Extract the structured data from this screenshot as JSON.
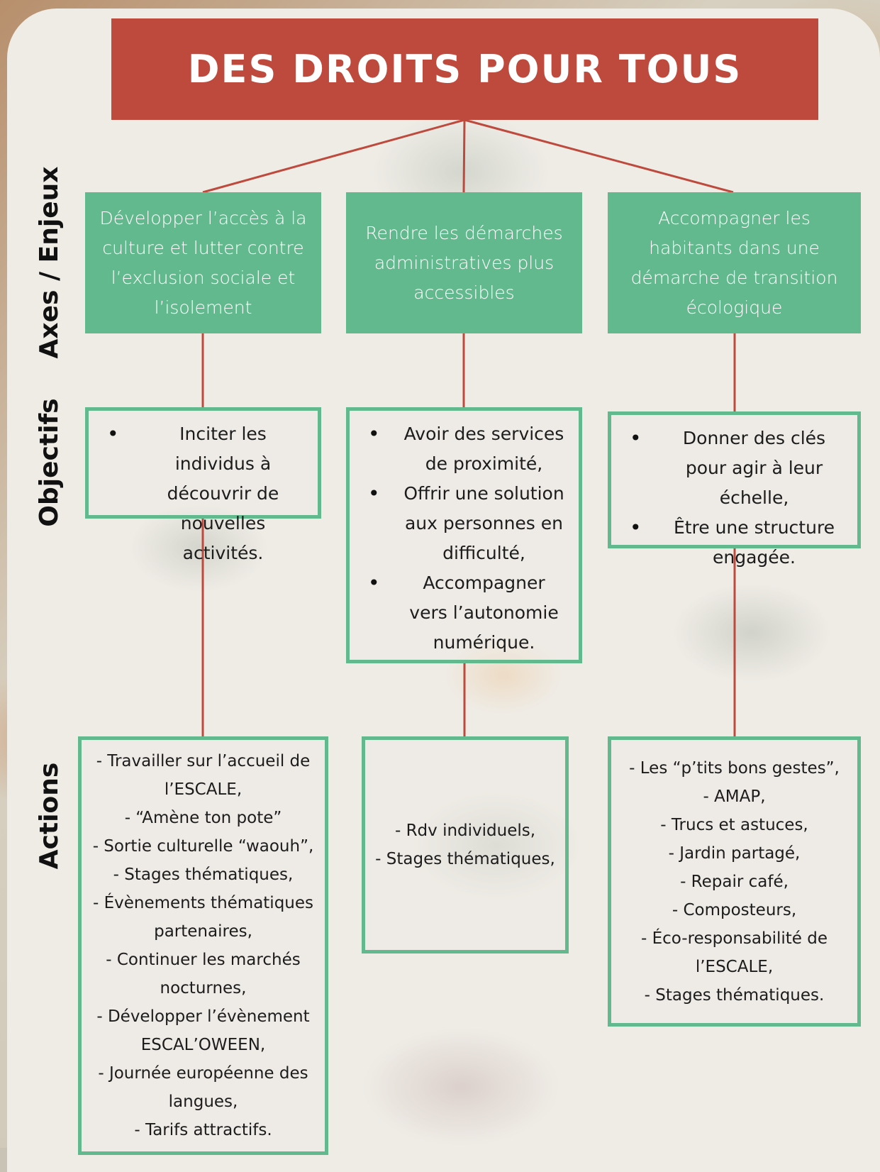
{
  "title": "DES DROITS POUR TOUS",
  "row_labels": {
    "axes": "Axes / Enjeux",
    "objectifs": "Objectifs",
    "actions": "Actions"
  },
  "colors": {
    "title_bg": "#bd4a3c",
    "axe_bg": "#62b98d",
    "connector": "#bd4a3c"
  },
  "columns": [
    {
      "axe": "Développer l’accès à la culture et lutter contre l’exclusion sociale et l’isolement",
      "objectifs": [
        "Inciter les individus à découvrir de nouvelles activités."
      ],
      "actions": [
        "- Travailler sur l’accueil de l’ESCALE,",
        "- “Amène ton pote”",
        "- Sortie culturelle “waouh”,",
        "- Stages thématiques,",
        "- Évènements thématiques partenaires,",
        "- Continuer les marchés nocturnes,",
        "- Développer l’évènement ESCAL’OWEEN,",
        "- Journée européenne des langues,",
        "- Tarifs attractifs."
      ]
    },
    {
      "axe": "Rendre les démarches administratives plus accessibles",
      "objectifs": [
        "Avoir des services de proximité,",
        "Offrir une solution aux personnes en difficulté,",
        "Accompagner vers l’autonomie numérique."
      ],
      "actions": [
        "- Rdv individuels,",
        "- Stages thématiques,"
      ]
    },
    {
      "axe": "Accompagner les habitants dans une démarche de transition écologique",
      "objectifs": [
        "Donner des clés pour agir à leur échelle,",
        "Être une structure engagée."
      ],
      "actions": [
        "- Les “p’tits bons gestes”,",
        "- AMAP,",
        "- Trucs et astuces,",
        "- Jardin partagé,",
        "- Repair café,",
        "- Composteurs,",
        "- Éco-responsabilité de l’ESCALE,",
        "- Stages thématiques."
      ]
    }
  ]
}
